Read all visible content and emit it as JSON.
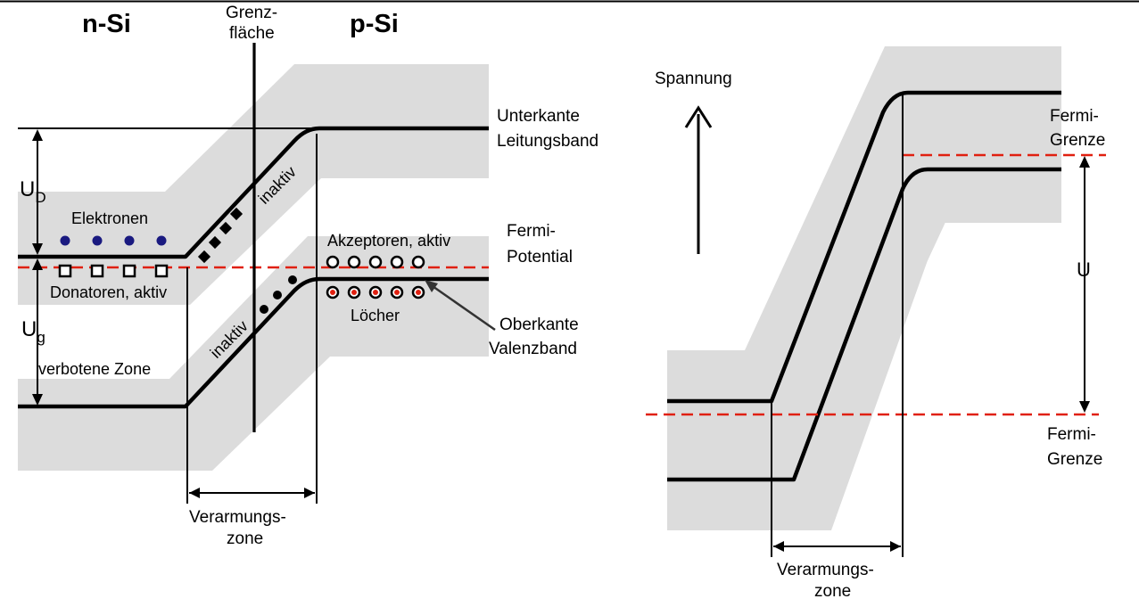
{
  "left_diagram": {
    "n_region": "n-Si",
    "p_region": "p-Si",
    "interface_label": [
      "Grenz-",
      "fläche"
    ],
    "conduction_band_label": [
      "Unterkante",
      "Leitungsband"
    ],
    "fermi_label": [
      "Fermi-",
      "Potential"
    ],
    "valence_band_label": [
      "Oberkante",
      "Valenzband"
    ],
    "electrons_label": "Elektronen",
    "donors_label": "Donatoren, aktiv",
    "acceptors_label": "Akzeptoren, aktiv",
    "holes_label": "Löcher",
    "inactive_upper": "inaktiv",
    "inactive_lower": "inaktiv",
    "ud_label": "U",
    "ud_sub": "D",
    "ug_label": "U",
    "ug_sub": "g",
    "gap_label": "verbotene Zone",
    "depletion_label": [
      "Verarmungs-",
      "zone"
    ]
  },
  "right_diagram": {
    "voltage_label": "Spannung",
    "fermi_upper": [
      "Fermi-",
      "Grenze"
    ],
    "fermi_lower": [
      "Fermi-",
      "Grenze"
    ],
    "u_label": "U",
    "depletion_label": [
      "Verarmungs-",
      "zone"
    ]
  },
  "colors": {
    "band_fill": "#dcdcdc",
    "fermi_line": "#e02010",
    "electron": "#1a1a80",
    "hole_dot": "#e02010"
  }
}
